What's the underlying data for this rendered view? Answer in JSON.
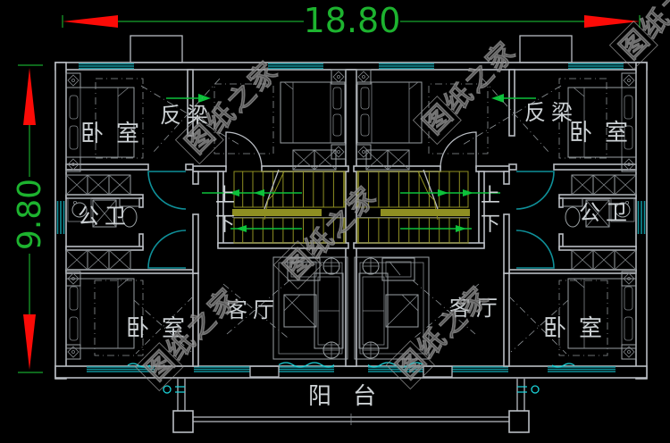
{
  "drawing": {
    "dim_width": "18.80",
    "dim_height": "9.80"
  },
  "labels": {
    "bedroom": "卧室",
    "bathroom": "公卫",
    "living_room": "客厅",
    "balcony": "阳台",
    "inverted_beam": "反梁",
    "stair_up": "上",
    "stair_down": "下"
  },
  "watermark": {
    "text": "图纸之家"
  },
  "colors": {
    "background": "#000000",
    "dimension_green": "#17a62c",
    "arrow_red": "#fb0b07",
    "wall_gray": "#b9bdc3",
    "window_cyan": "#0f9099",
    "stair_olive": "#8f8f22",
    "stair_arrow_green": "#0cc13a",
    "label_gray": "#ccd1d4"
  }
}
